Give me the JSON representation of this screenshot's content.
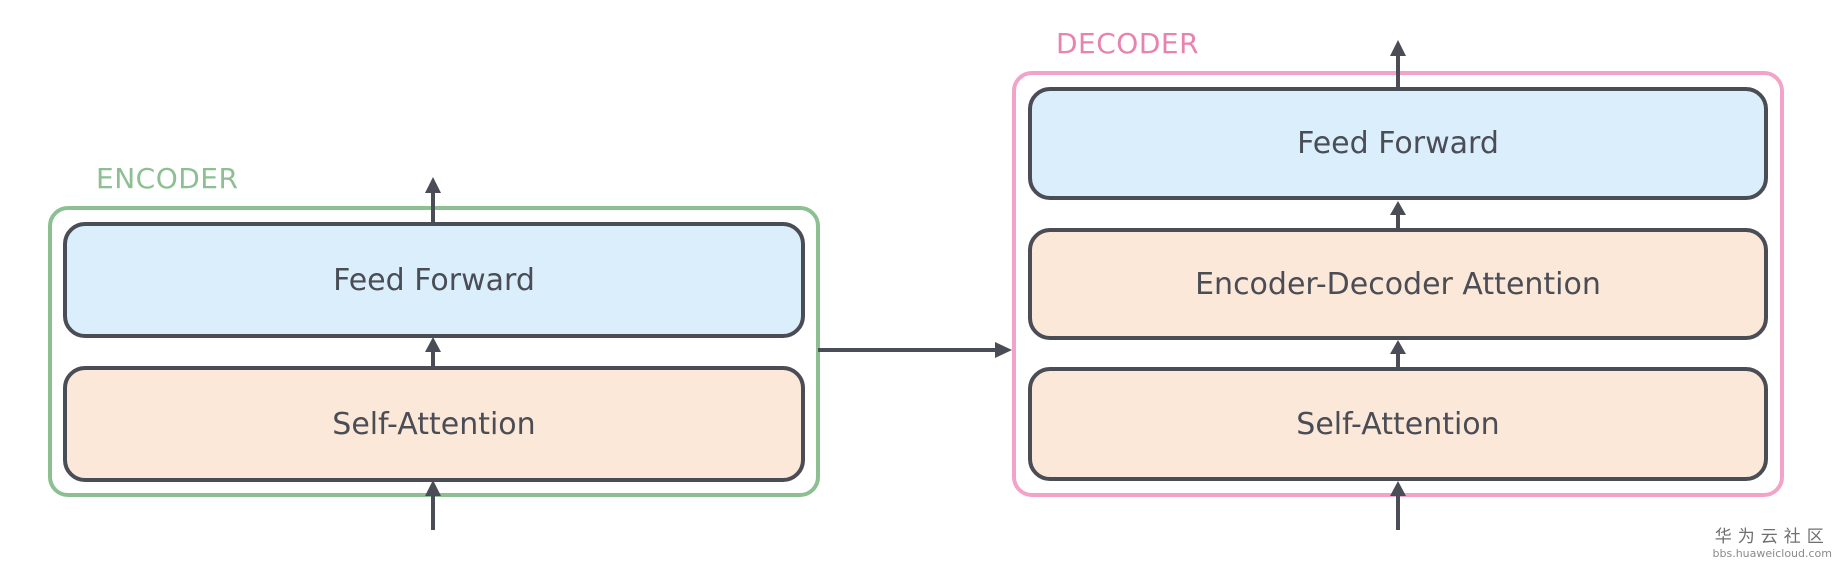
{
  "encoder": {
    "label": "ENCODER",
    "feed_forward_label": "Feed Forward",
    "self_attention_label": "Self-Attention"
  },
  "decoder": {
    "label": "DECODER",
    "feed_forward_label": "Feed Forward",
    "enc_dec_attention_label": "Encoder-Decoder Attention",
    "self_attention_label": "Self-Attention"
  },
  "watermark": {
    "brand": "华为云社区",
    "url": "bbs.huaweicloud.com"
  },
  "colors": {
    "encoder_border": "#8cbf91",
    "decoder_border": "#f2a3c7",
    "feed_forward_fill": "#dbeefc",
    "attention_fill": "#fbe8d8",
    "layer_border": "#4a4d55",
    "arrow": "#4a4d55"
  }
}
